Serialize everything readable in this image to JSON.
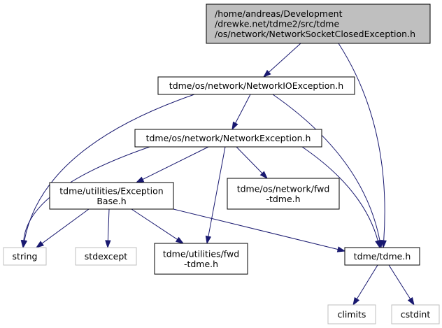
{
  "colors": {
    "edge": "#191970",
    "root_fill": "#bfbfbf",
    "root_border": "#000000",
    "node_fill": "#ffffff",
    "node_border": "#000000",
    "external_border": "#bfbfbf",
    "text": "#000000"
  },
  "nodes": [
    {
      "id": "root",
      "kind": "root",
      "lines": [
        "/home/andreas/Development",
        "/drewke.net/tdme2/src/tdme",
        "/os/network/NetworkSocketClosedException.h"
      ]
    },
    {
      "id": "networkioexception",
      "kind": "header",
      "lines": [
        "tdme/os/network/NetworkIOException.h"
      ]
    },
    {
      "id": "networkexception",
      "kind": "header",
      "lines": [
        "tdme/os/network/NetworkException.h"
      ]
    },
    {
      "id": "exceptionbase",
      "kind": "header",
      "lines": [
        "tdme/utilities/Exception",
        "Base.h"
      ]
    },
    {
      "id": "network-fwd",
      "kind": "header",
      "lines": [
        "tdme/os/network/fwd",
        "-tdme.h"
      ]
    },
    {
      "id": "string",
      "kind": "external",
      "lines": [
        "string"
      ]
    },
    {
      "id": "stdexcept",
      "kind": "external",
      "lines": [
        "stdexcept"
      ]
    },
    {
      "id": "utilities-fwd",
      "kind": "header",
      "lines": [
        "tdme/utilities/fwd",
        "-tdme.h"
      ]
    },
    {
      "id": "tdme",
      "kind": "header",
      "lines": [
        "tdme/tdme.h"
      ]
    },
    {
      "id": "climits",
      "kind": "external",
      "lines": [
        "climits"
      ]
    },
    {
      "id": "cstdint",
      "kind": "external",
      "lines": [
        "cstdint"
      ]
    }
  ],
  "edges": [
    {
      "from": "root",
      "to": "networkioexception"
    },
    {
      "from": "root",
      "to": "tdme"
    },
    {
      "from": "networkioexception",
      "to": "networkexception"
    },
    {
      "from": "networkioexception",
      "to": "string"
    },
    {
      "from": "networkioexception",
      "to": "tdme"
    },
    {
      "from": "networkexception",
      "to": "exceptionbase"
    },
    {
      "from": "networkexception",
      "to": "network-fwd"
    },
    {
      "from": "networkexception",
      "to": "string"
    },
    {
      "from": "networkexception",
      "to": "utilities-fwd"
    },
    {
      "from": "networkexception",
      "to": "tdme"
    },
    {
      "from": "exceptionbase",
      "to": "string"
    },
    {
      "from": "exceptionbase",
      "to": "stdexcept"
    },
    {
      "from": "exceptionbase",
      "to": "utilities-fwd"
    },
    {
      "from": "exceptionbase",
      "to": "tdme"
    },
    {
      "from": "tdme",
      "to": "climits"
    },
    {
      "from": "tdme",
      "to": "cstdint"
    }
  ]
}
